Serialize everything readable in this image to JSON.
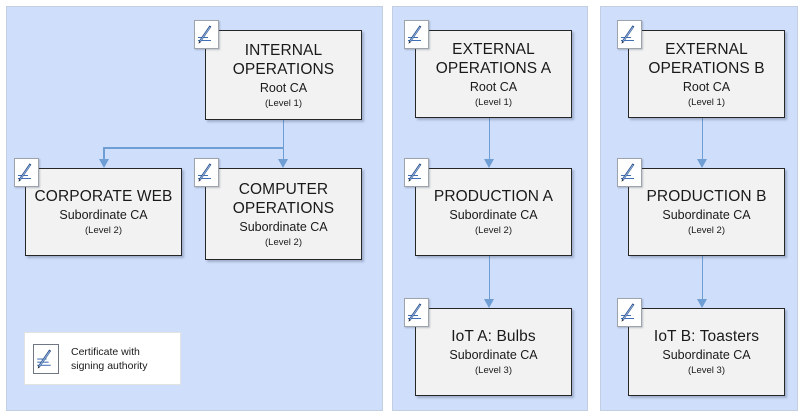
{
  "diagram": {
    "background_color": "#ffffff",
    "panel_color": "#cfdefa",
    "node_fill": "#f2f2f2",
    "node_border": "#262626",
    "connector_color": "#6e9ed4"
  },
  "panels": [
    {
      "id": "internal",
      "name": "internal-operations-panel"
    },
    {
      "id": "external_a",
      "name": "external-operations-a-panel"
    },
    {
      "id": "external_b",
      "name": "external-operations-b-panel"
    }
  ],
  "nodes": {
    "internal_root": {
      "title": "INTERNAL OPERATIONS",
      "role": "Root CA",
      "level": "(Level 1)"
    },
    "corporate_web": {
      "title": "CORPORATE WEB",
      "role": "Subordinate CA",
      "level": "(Level 2)"
    },
    "computer_operations": {
      "title": "COMPUTER OPERATIONS",
      "role": "Subordinate CA",
      "level": "(Level 2)"
    },
    "external_a_root": {
      "title": "EXTERNAL OPERATIONS A",
      "role": "Root CA",
      "level": "(Level 1)"
    },
    "production_a": {
      "title": "PRODUCTION A",
      "role": "Subordinate CA",
      "level": "(Level 2)"
    },
    "iot_a": {
      "title": "IoT A: Bulbs",
      "role": "Subordinate CA",
      "level": "(Level 3)"
    },
    "external_b_root": {
      "title": "EXTERNAL OPERATIONS B",
      "role": "Root CA",
      "level": "(Level 1)"
    },
    "production_b": {
      "title": "PRODUCTION B",
      "role": "Subordinate CA",
      "level": "(Level 2)"
    },
    "iot_b": {
      "title": "IoT B: Toasters",
      "role": "Subordinate CA",
      "level": "(Level 3)"
    }
  },
  "legend": {
    "icon": "certificate-signing-icon",
    "line1": "Certificate with",
    "line2": "signing authority",
    "text": "Certificate with signing authority"
  },
  "edges": [
    {
      "from": "internal_root",
      "to": "corporate_web"
    },
    {
      "from": "internal_root",
      "to": "computer_operations"
    },
    {
      "from": "external_a_root",
      "to": "production_a"
    },
    {
      "from": "production_a",
      "to": "iot_a"
    },
    {
      "from": "external_b_root",
      "to": "production_b"
    },
    {
      "from": "production_b",
      "to": "iot_b"
    }
  ]
}
